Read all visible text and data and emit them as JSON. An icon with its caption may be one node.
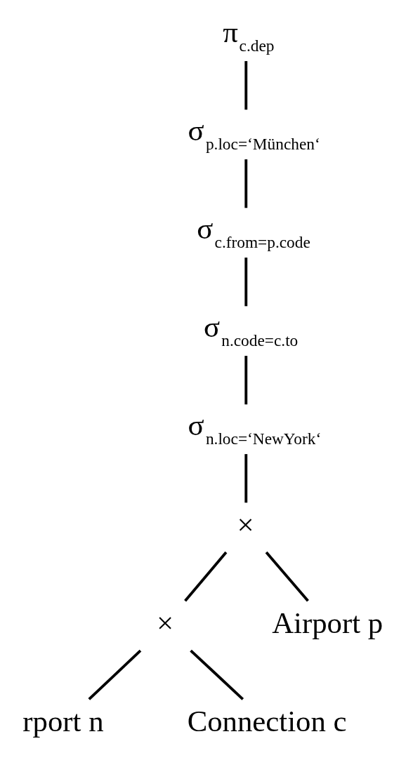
{
  "diagram": {
    "nodes": [
      {
        "text": [
          "π$_{c.dep}$"
        ]
      },
      {
        "text": [
          "σ$_{p.loc=‘München‘}$"
        ]
      },
      {
        "text": [
          "σ$_{c.from=p.code}$"
        ]
      },
      {
        "text": [
          "σ$_{n.code=c.to}$"
        ]
      },
      {
        "text": [
          "σ$_{n.loc=‘NewYork‘}$"
        ]
      },
      {
        "text": [
          "×"
        ]
      },
      {
        "text": [
          "×"
        ]
      },
      {
        "text": [
          "Airport p"
        ]
      },
      {
        "text": [
          "rport n"
        ]
      },
      {
        "text": [
          "Connection c"
        ]
      }
    ],
    "edges": [
      {
        "from": 0,
        "to": 1,
        "arrow": "none"
      },
      {
        "from": 1,
        "to": 2,
        "arrow": "none"
      },
      {
        "from": 2,
        "to": 3,
        "arrow": "none"
      },
      {
        "from": 3,
        "to": 4,
        "arrow": "none"
      },
      {
        "from": 4,
        "to": 5,
        "arrow": "none"
      },
      {
        "from": 5,
        "to": 6,
        "arrow": "none"
      },
      {
        "from": 5,
        "to": 7,
        "arrow": "none"
      },
      {
        "from": 6,
        "to": 8,
        "arrow": "none"
      },
      {
        "from": 6,
        "to": 9,
        "arrow": "none"
      }
    ]
  }
}
